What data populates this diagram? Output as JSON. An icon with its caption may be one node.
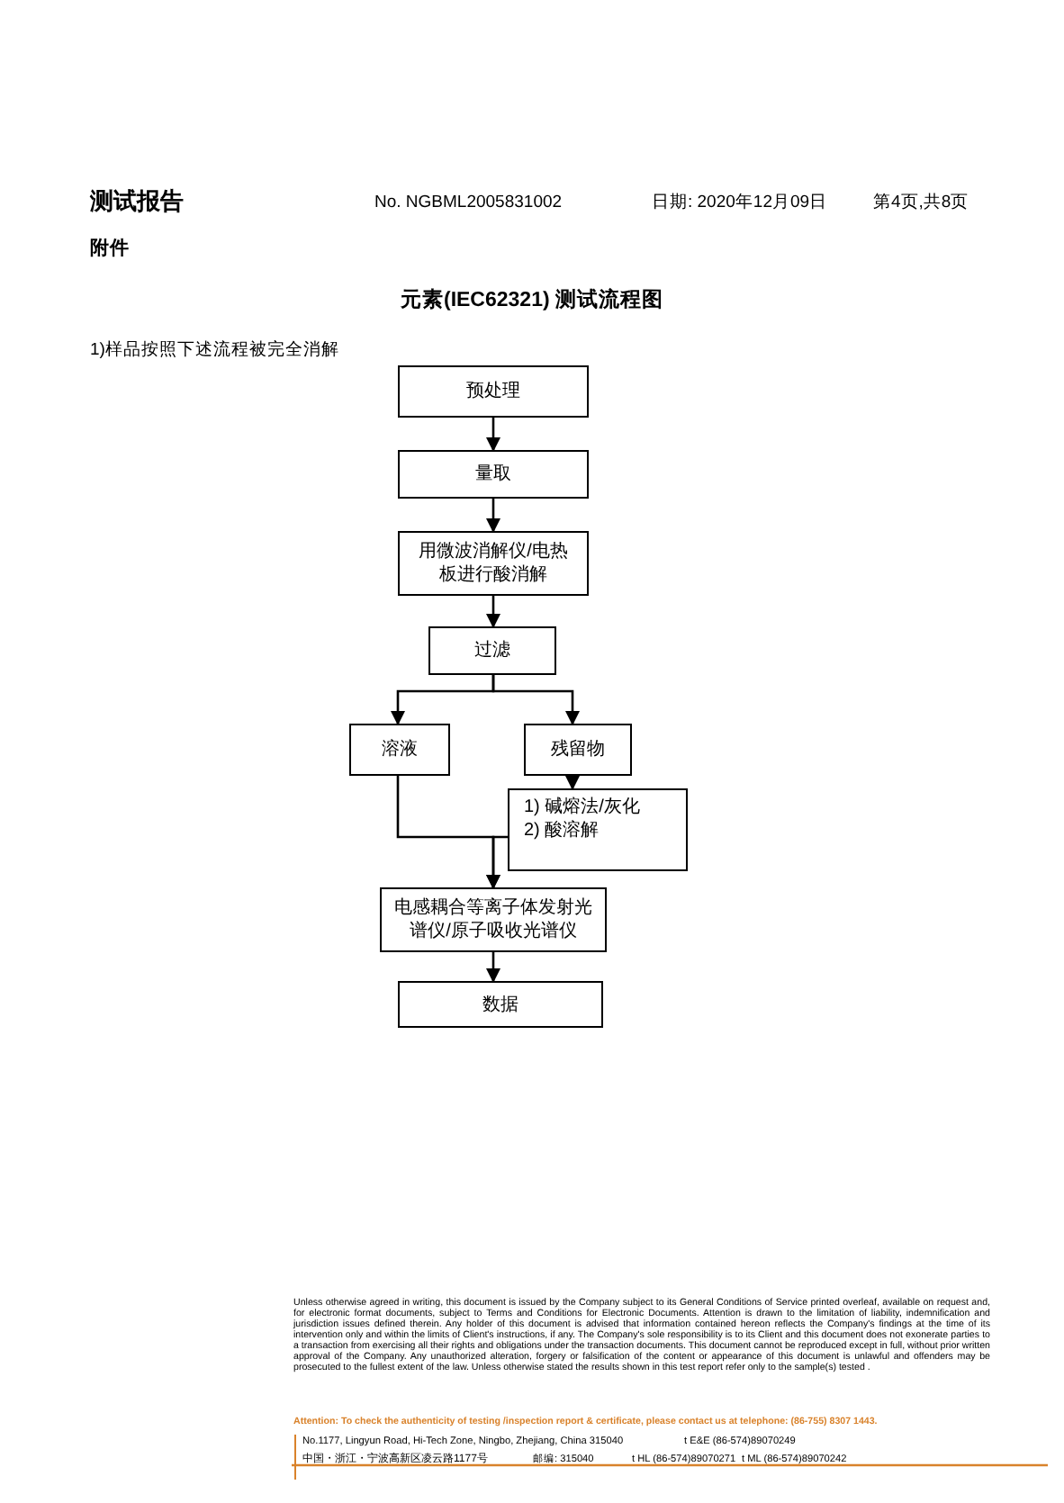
{
  "diagram": {
    "title": "元素(IEC62321) 测试流程图",
    "nodes": [
      {
        "text": [
          "预处理"
        ]
      },
      {
        "text": [
          "量取"
        ]
      },
      {
        "text": [
          "用微波消解仪/电热板进行酸消解"
        ]
      },
      {
        "text": [
          "过滤"
        ]
      },
      {
        "text": [
          "溶液"
        ]
      },
      {
        "text": [
          "残留物"
        ]
      },
      {
        "text": [
          "1) 碱熔法/灰化",
          "2) 酸溶解"
        ]
      },
      {
        "text": [
          "电感耦合等离子体发射光谱仪/原子吸收光谱仪"
        ]
      },
      {
        "text": [
          "数据"
        ]
      }
    ],
    "edges": [
      {
        "from": 0,
        "to": 1,
        "arrow": "to"
      },
      {
        "from": 1,
        "to": 2,
        "arrow": "to"
      },
      {
        "from": 2,
        "to": 3,
        "arrow": "to"
      },
      {
        "from": 3,
        "to": 4,
        "arrow": "to"
      },
      {
        "from": 3,
        "to": 5,
        "arrow": "to"
      },
      {
        "from": 5,
        "to": 6,
        "arrow": "to"
      },
      {
        "from": 4,
        "to": 7,
        "arrow": "to"
      },
      {
        "from": 6,
        "to": 7,
        "arrow": "to"
      },
      {
        "from": 7,
        "to": 8,
        "arrow": "to"
      }
    ],
    "labels": [
      "测试报告",
      "No. NGBML2005831002",
      "日期: 2020年12月09日",
      "第4页,共8页",
      "附件",
      "1)样品按照下述流程被完全消解",
      "Unless otherwise agreed in writing, this document is issued by the Company subject to its General Conditions of Service printed overleaf, available on request and, for electronic format documents, subject to Terms and Conditions for Electronic Documents. Attention is drawn to the limitation of liability, indemnification and jurisdiction issues defined therein. Any holder of this document is advised that information contained hereon reflects the Company's findings at the time of its intervention only and within the limits of Client's instructions, if any. The Company's sole responsibility is to its Client and this document does not exonerate parties to a transaction from exercising all their rights and obligations under the transaction documents. This document cannot be reproduced except in full, without prior written approval of the Company. Any unauthorized alteration, forgery or falsification of the content or appearance of this document is unlawful and offenders may be prosecuted to the fullest extent of the law. Unless otherwise stated the results shown in this test report refer only to the sample(s) tested .",
      "Attention: To check the authenticity of testing /inspection report & certificate, please contact us at telephone: (86-755) 8307 1443.",
      "No.1177, Lingyun Road, Hi-Tech Zone, Ningbo, Zhejiang, China 315040",
      "t E&E (86-574)89070249",
      "中国・浙江・宁波高新区凌云路1177号",
      "邮编: 315040",
      "t HL (86-574)89070271",
      "t ML (86-574)89070242"
    ]
  }
}
